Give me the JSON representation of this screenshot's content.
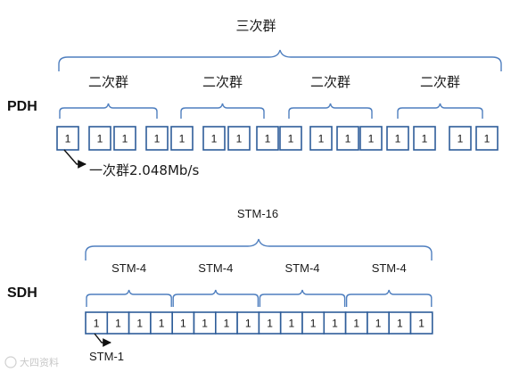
{
  "pdh": {
    "section_label": "PDH",
    "top_group_label": "三次群",
    "sub_group_label": "二次群",
    "cell_value": "1",
    "pointer_label": "一次群2.048Mb/s"
  },
  "sdh": {
    "section_label": "SDH",
    "top_group_label": "STM-16",
    "sub_group_label": "STM-4",
    "cell_value": "1",
    "pointer_label": "STM-1"
  },
  "watermark": {
    "text": "大四资料"
  },
  "colors": {
    "cell_border": "#2e5d99",
    "brace": "#4f7fbf",
    "text": "#1a1a1a"
  }
}
